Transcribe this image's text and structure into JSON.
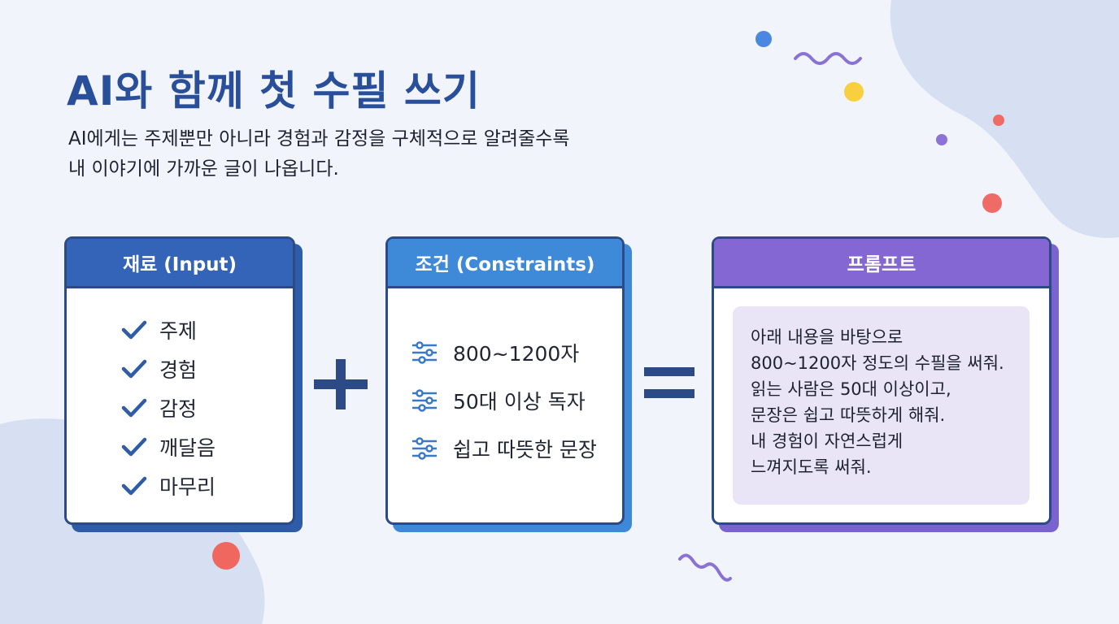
{
  "title": "AI와 함께 첫 수필 쓰기",
  "subtitle": {
    "line1": "AI에게는 주제뿐만 아니라 경험과 감정을 구체적으로 알려줄수록",
    "line2": "내 이야기에 가까운 글이 나옵니다."
  },
  "input_card": {
    "header": "재료 (Input)",
    "items": [
      "주제",
      "경험",
      "감정",
      "깨달음",
      "마무리"
    ]
  },
  "operators": {
    "plus": "plus-icon",
    "equals": "equals-icon"
  },
  "constraints_card": {
    "header": "조건 (Constraints)",
    "items": [
      "800~1200자",
      "50대 이상 독자",
      "쉽고 따뜻한 문장"
    ]
  },
  "prompt_card": {
    "header": "프롬프트",
    "lines": [
      "아래 내용을 바탕으로",
      "800~1200자 정도의 수필을 써줘.",
      "읽는 사람은 50대 이상이고,",
      "문장은 쉽고 따뜻하게 해줘.",
      "내 경험이 자연스럽게",
      "느껴지도록 써줘."
    ]
  },
  "icons": {
    "input_item": "check-icon",
    "constraint_item": "sliders-icon"
  },
  "colors": {
    "title": "#2a4f9a",
    "input_header": "#3464b7",
    "constraints_header": "#3e8ad9",
    "prompt_header": "#8567d4",
    "prompt_box": "#e9e5f6",
    "operator": "#2c4a86"
  }
}
